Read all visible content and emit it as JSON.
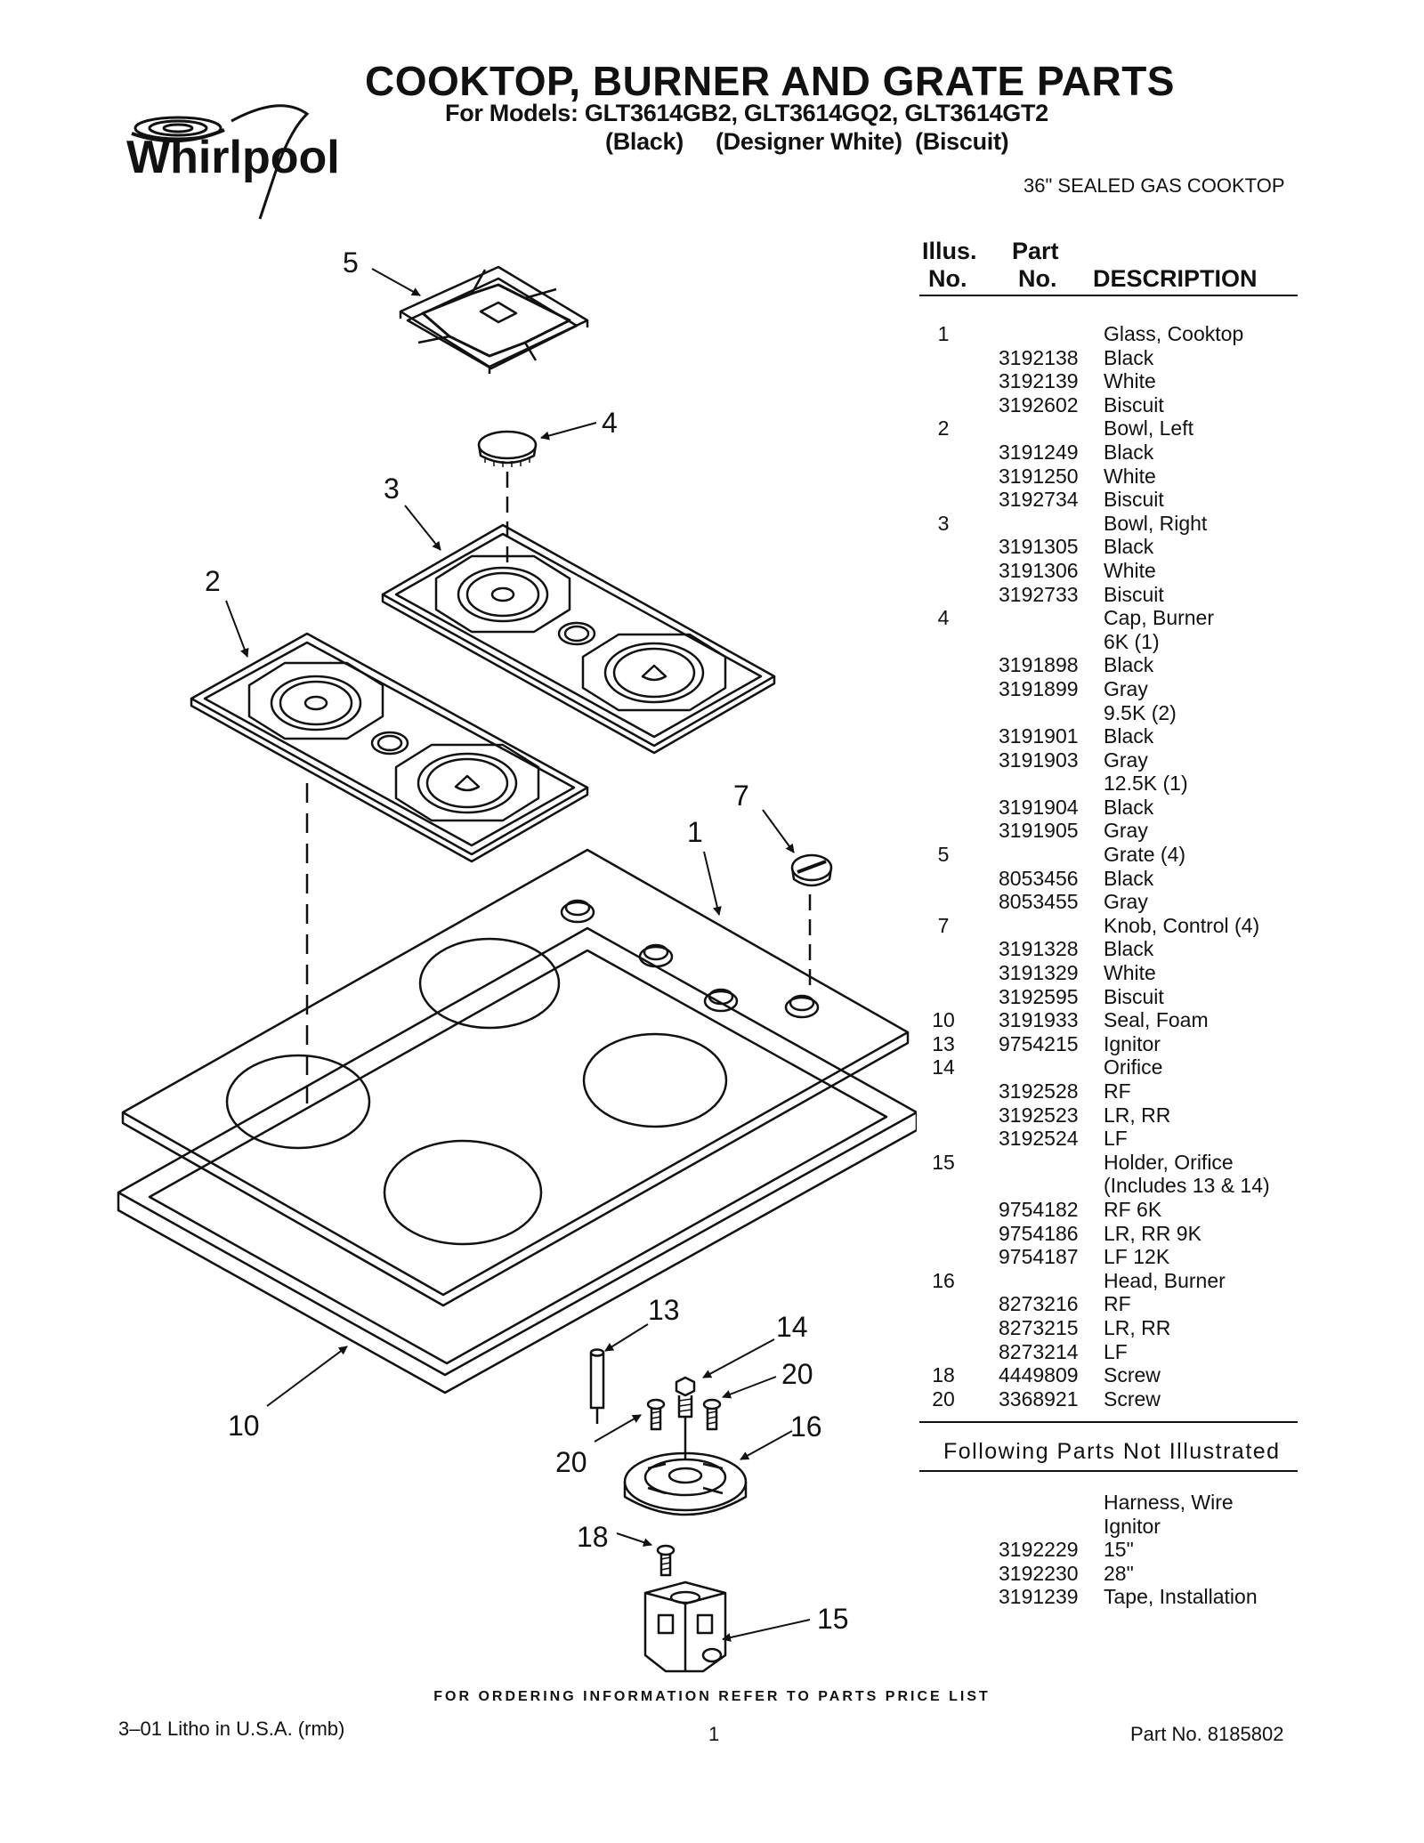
{
  "header": {
    "title": "COOKTOP, BURNER AND GRATE PARTS",
    "models_line": "For Models: GLT3614GB2, GLT3614GQ2, GLT3614GT2",
    "colors_line": "(Black)     (Designer White)  (Biscuit)",
    "product_type": "36\" SEALED GAS COOKTOP",
    "brand": "Whirlpool"
  },
  "table_headers": {
    "illus_top": "Illus.",
    "illus_bottom": "No.",
    "part_top": "Part",
    "part_bottom": "No.",
    "description": "DESCRIPTION"
  },
  "parts": [
    {
      "illus": "1",
      "part": "",
      "desc": "Glass, Cooktop"
    },
    {
      "illus": "",
      "part": "3192138",
      "desc": "Black"
    },
    {
      "illus": "",
      "part": "3192139",
      "desc": "White"
    },
    {
      "illus": "",
      "part": "3192602",
      "desc": "Biscuit"
    },
    {
      "illus": "2",
      "part": "",
      "desc": "Bowl, Left"
    },
    {
      "illus": "",
      "part": "3191249",
      "desc": "Black"
    },
    {
      "illus": "",
      "part": "3191250",
      "desc": "White"
    },
    {
      "illus": "",
      "part": "3192734",
      "desc": "Biscuit"
    },
    {
      "illus": "3",
      "part": "",
      "desc": "Bowl, Right"
    },
    {
      "illus": "",
      "part": "3191305",
      "desc": "Black"
    },
    {
      "illus": "",
      "part": "3191306",
      "desc": "White"
    },
    {
      "illus": "",
      "part": "3192733",
      "desc": "Biscuit"
    },
    {
      "illus": "4",
      "part": "",
      "desc": "Cap, Burner"
    },
    {
      "illus": "",
      "part": "",
      "desc": "6K (1)"
    },
    {
      "illus": "",
      "part": "3191898",
      "desc": "Black"
    },
    {
      "illus": "",
      "part": "3191899",
      "desc": "Gray"
    },
    {
      "illus": "",
      "part": "",
      "desc": "9.5K (2)"
    },
    {
      "illus": "",
      "part": "3191901",
      "desc": "Black"
    },
    {
      "illus": "",
      "part": "3191903",
      "desc": "Gray"
    },
    {
      "illus": "",
      "part": "",
      "desc": "12.5K (1)"
    },
    {
      "illus": "",
      "part": "3191904",
      "desc": "Black"
    },
    {
      "illus": "",
      "part": "3191905",
      "desc": "Gray"
    },
    {
      "illus": "5",
      "part": "",
      "desc": "Grate (4)"
    },
    {
      "illus": "",
      "part": "8053456",
      "desc": "Black"
    },
    {
      "illus": "",
      "part": "8053455",
      "desc": "Gray"
    },
    {
      "illus": "7",
      "part": "",
      "desc": "Knob, Control (4)"
    },
    {
      "illus": "",
      "part": "3191328",
      "desc": "Black"
    },
    {
      "illus": "",
      "part": "3191329",
      "desc": "White"
    },
    {
      "illus": "",
      "part": "3192595",
      "desc": "Biscuit"
    },
    {
      "illus": "10",
      "part": "3191933",
      "desc": "Seal, Foam"
    },
    {
      "illus": "13",
      "part": "9754215",
      "desc": "Ignitor"
    },
    {
      "illus": "14",
      "part": "",
      "desc": "Orifice"
    },
    {
      "illus": "",
      "part": "3192528",
      "desc": "RF"
    },
    {
      "illus": "",
      "part": "3192523",
      "desc": "LR, RR"
    },
    {
      "illus": "",
      "part": "3192524",
      "desc": "LF"
    },
    {
      "illus": "15",
      "part": "",
      "desc": "Holder, Orifice"
    },
    {
      "illus": "",
      "part": "",
      "desc": "(Includes 13 & 14)"
    },
    {
      "illus": "",
      "part": "9754182",
      "desc": "RF 6K"
    },
    {
      "illus": "",
      "part": "9754186",
      "desc": "LR, RR 9K"
    },
    {
      "illus": "",
      "part": "9754187",
      "desc": "LF 12K"
    },
    {
      "illus": "16",
      "part": "",
      "desc": "Head, Burner"
    },
    {
      "illus": "",
      "part": "8273216",
      "desc": "RF"
    },
    {
      "illus": "",
      "part": "8273215",
      "desc": "LR, RR"
    },
    {
      "illus": "",
      "part": "8273214",
      "desc": "LF"
    },
    {
      "illus": "18",
      "part": "4449809",
      "desc": "Screw"
    },
    {
      "illus": "20",
      "part": "3368921",
      "desc": "Screw"
    }
  ],
  "not_illustrated": {
    "title": "Following Parts Not Illustrated",
    "rows": [
      {
        "illus": "",
        "part": "",
        "desc": "Harness, Wire"
      },
      {
        "illus": "",
        "part": "",
        "desc": "Ignitor"
      },
      {
        "illus": "",
        "part": "3192229",
        "desc": "15\""
      },
      {
        "illus": "",
        "part": "3192230",
        "desc": "28\""
      },
      {
        "illus": "",
        "part": "3191239",
        "desc": "Tape, Installation"
      }
    ]
  },
  "callouts": {
    "c1": "1",
    "c2": "2",
    "c3": "3",
    "c4": "4",
    "c5": "5",
    "c7": "7",
    "c10": "10",
    "c13": "13",
    "c14": "14",
    "c15": "15",
    "c16": "16",
    "c18": "18",
    "c20a": "20",
    "c20b": "20"
  },
  "footer": {
    "ordering_note": "FOR ORDERING INFORMATION REFER TO PARTS PRICE LIST",
    "litho": "3–01 Litho in U.S.A. (rmb)",
    "page_number": "1",
    "part_number": "Part No. 8185802"
  }
}
